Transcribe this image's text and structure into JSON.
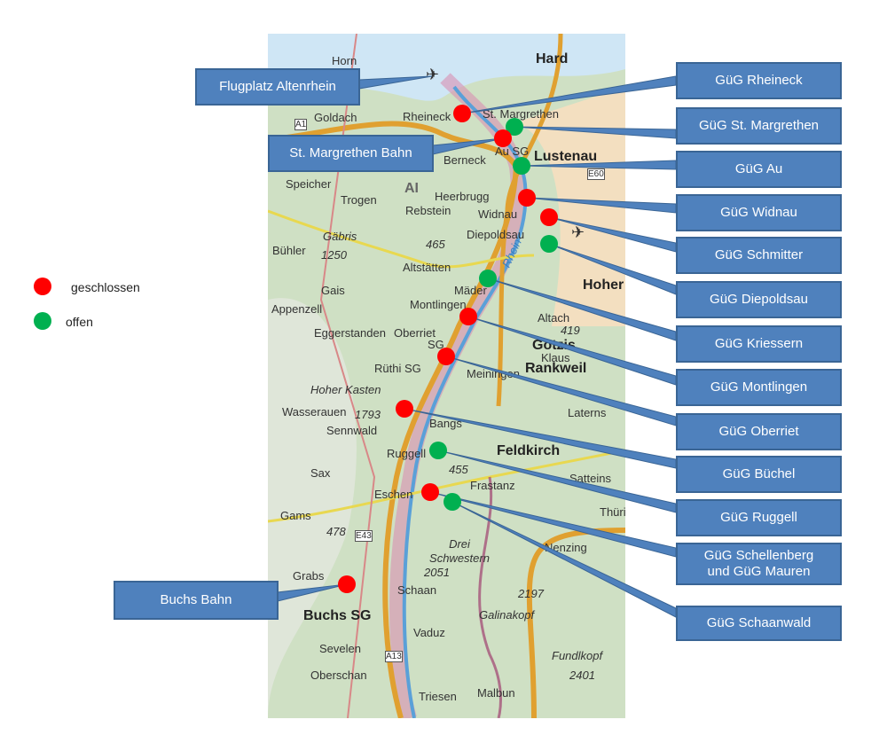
{
  "legend": {
    "closed_label": "geschlossen",
    "open_label": "offen",
    "closed_color": "#ff0000",
    "open_color": "#00b050"
  },
  "callouts": {
    "flugplatz": "Flugplatz Altenrhein",
    "rheineck": "GüG Rheineck",
    "st_margrethen": "GüG St. Margrethen",
    "st_margrethen_bahn": "St. Margrethen Bahn",
    "au": "GüG Au",
    "widnau": "GüG Widnau",
    "schmitter": "GüG Schmitter",
    "diepoldsau": "GüG Diepoldsau",
    "kriessern": "GüG Kriessern",
    "montlingen": "GüG Montlingen",
    "oberriet": "GüG Oberriet",
    "buechel": "GüG Büchel",
    "ruggell": "GüG Ruggell",
    "schellenberg": "GüG Schellenberg und GüG Mauren",
    "schaanwald": "GüG Schaanwald",
    "buchs_bahn": "Buchs Bahn"
  },
  "map": {
    "places": [
      "Horn",
      "Hard",
      "Goldach",
      "Rheineck",
      "St. Margrethen",
      "Au SG",
      "Berneck",
      "Lustenau",
      "Heerbrugg",
      "Widnau",
      "Rebstein",
      "Diepoldsau",
      "Speicher",
      "Trogen",
      "Gäbris",
      "1250",
      "Bühler",
      "465",
      "Altstätten",
      "Hoher",
      "Gais",
      "Mäder",
      "Altach",
      "419",
      "Appenzell",
      "Montlingen",
      "Götzis",
      "Eggerstanden",
      "Oberriet",
      "SG",
      "Klaus",
      "Rüthi SG",
      "Meiningen",
      "Rankweil",
      "Hoher Kasten",
      "1793",
      "Wasserauen",
      "Sennwald",
      "Bangs",
      "Laterns",
      "Ruggell",
      "Feldkirch",
      "455",
      "Sax",
      "Satteins",
      "Eschen",
      "Frastanz",
      "Gams",
      "478",
      "Drei Schwestern",
      "2051",
      "Nenzing",
      "Grabs",
      "Schaan",
      "2197",
      "Buchs SG",
      "Galinakopf",
      "Vaduz",
      "Sevelen",
      "Fundlkopf",
      "2401",
      "Oberschan",
      "Triesen",
      "Malbun",
      "A1",
      "A13",
      "E43",
      "E60",
      "Rhein",
      "AI",
      "Thüri"
    ]
  }
}
